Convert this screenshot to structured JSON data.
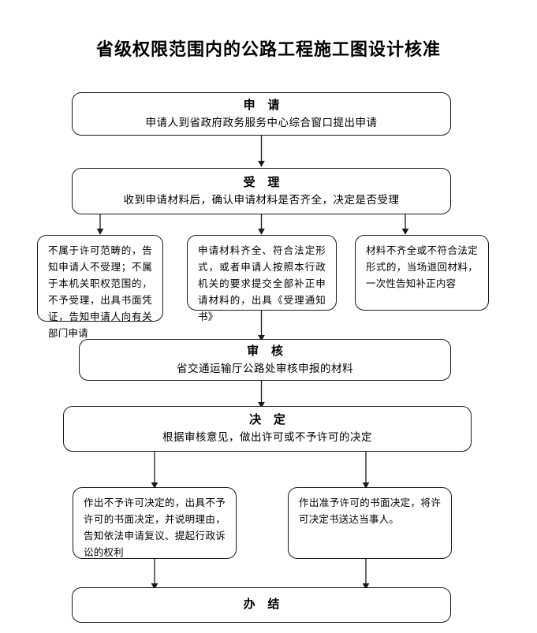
{
  "title": "省级权限范围内的公路工程施工图设计核准",
  "colors": {
    "stroke": "#1a1a1a",
    "background": "#ffffff",
    "text": "#000000"
  },
  "nodes": {
    "apply": {
      "heading": "申 请",
      "detail": "申请人到省政府政务服务中心综合窗口提出申请"
    },
    "accept": {
      "heading": "受 理",
      "detail": "收到申请材料后，确认申请材料是否齐全，决定是否受理"
    },
    "review": {
      "heading": "审 核",
      "detail": "省交通运输厅公路处审核申报的材料"
    },
    "decide": {
      "heading": "决 定",
      "detail": "根据审核意见，做出许可或不予许可的决定"
    },
    "finish": {
      "heading": "办 结",
      "detail": ""
    }
  },
  "branches": {
    "not_accepted": "不属于许可范畴的，告知申请人不受理；不属于本机关职权范围的，不予受理，出具书面凭证，告知申请人向有关部门申请",
    "accepted": "申请材料齐全、符合法定形式，或者申请人按照本行政机关的要求提交全部补正申请材料的，出具《受理通知书》",
    "returned": "材料不齐全或不符合法定形式的，当场退回材料，一次性告知补正内容",
    "denied": "作出不予许可决定的，出具不予许可的书面决定，并说明理由，告知依法申请复议、提起行政诉讼的权利",
    "granted": "作出准予许可的书面决定，将许可决定书送达当事人。"
  }
}
